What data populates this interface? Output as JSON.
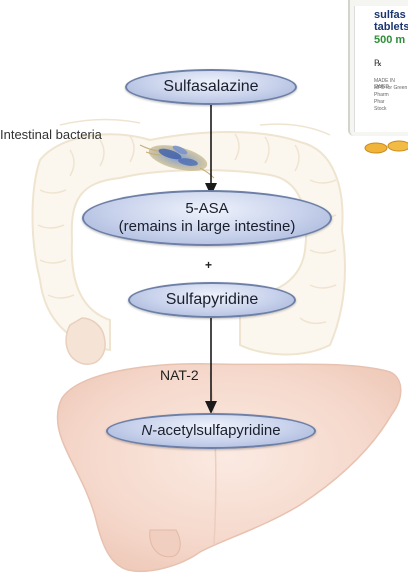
{
  "nodes": {
    "sulfasalazine": "Sulfasalazine",
    "five_asa": "5-ASA",
    "five_asa_sub": "(remains in large intestine)",
    "sulfapyridine": "Sulfapyridine",
    "acetyl_italic": "N",
    "acetyl_rest": "-acetylsulfapyridine"
  },
  "labels": {
    "bacteria": "Intestinal bacteria",
    "plus": "+",
    "enzyme": "NAT-2"
  },
  "bottle": {
    "line1": "sulfas",
    "line2": "tablets",
    "line3": "500 m",
    "rx": "℞",
    "fine1": "MADE IN SWED",
    "fine2": "MFD for Green",
    "fine3": "Pharm",
    "fine4": "Phar",
    "fine5": "Stock"
  },
  "colors": {
    "node_fill": "#c7d1eb",
    "node_border": "#6d7fa6",
    "liver": "#f6dcd0",
    "intestine_outline": "#f0e6d4",
    "tablet": "#f0b43a",
    "bottle_text_dark": "#1b3570",
    "bottle_text_green": "#2e8f3a"
  }
}
